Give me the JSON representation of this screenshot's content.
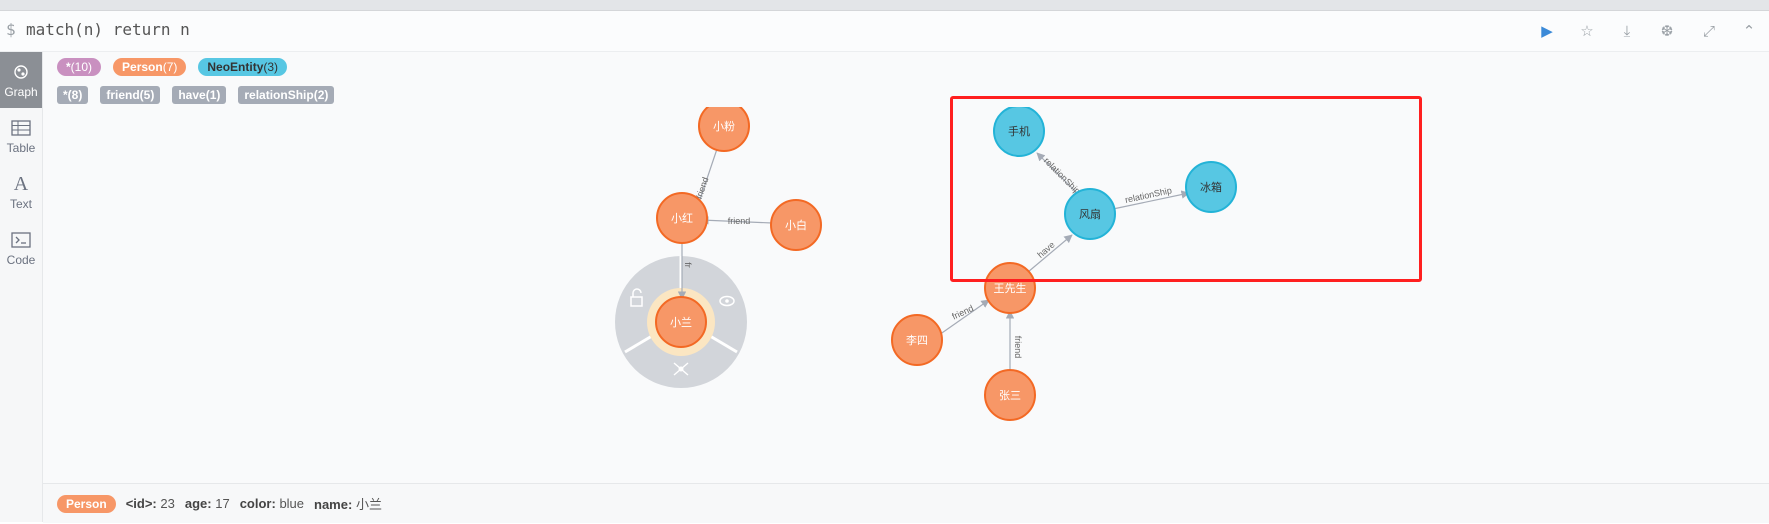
{
  "editor": {
    "prompt": "$",
    "query": "match(n) return n"
  },
  "toolbar": [
    "play-icon",
    "star-icon",
    "download-icon",
    "pin-icon",
    "expand-icon",
    "collapse-icon"
  ],
  "sidebar": {
    "items": [
      {
        "label": "Graph",
        "icon": "graph-icon",
        "active": true
      },
      {
        "label": "Table",
        "icon": "table-icon"
      },
      {
        "label": "Text",
        "icon": "text-icon"
      },
      {
        "label": "Code",
        "icon": "code-icon"
      }
    ]
  },
  "labels": [
    {
      "name": "*",
      "count": "(10)",
      "color": "#c990c0"
    },
    {
      "name": "Person",
      "count": "(7)",
      "color": "#f79767"
    },
    {
      "name": "NeoEntity",
      "count": "(3)",
      "color": "#57c7e3"
    }
  ],
  "relationships": [
    "*(8)",
    "friend(5)",
    "have(1)",
    "relationShip(2)"
  ],
  "graph": {
    "nodes": [
      {
        "name": "小粉",
        "label": "Person"
      },
      {
        "name": "小红",
        "label": "Person"
      },
      {
        "name": "小白",
        "label": "Person"
      },
      {
        "name": "小兰",
        "label": "Person",
        "selected": true
      },
      {
        "name": "王先生",
        "label": "Person"
      },
      {
        "name": "李四",
        "label": "Person"
      },
      {
        "name": "张三",
        "label": "Person"
      },
      {
        "name": "手机",
        "label": "NeoEntity"
      },
      {
        "name": "风扇",
        "label": "NeoEntity"
      },
      {
        "name": "冰箱",
        "label": "NeoEntity"
      }
    ],
    "rels": [
      {
        "from": "小粉",
        "to": "小红",
        "type": "friend"
      },
      {
        "from": "小白",
        "to": "小红",
        "type": "friend"
      },
      {
        "from": "小红",
        "to": "小兰",
        "type": "fr"
      },
      {
        "from": "李四",
        "to": "王先生",
        "type": "friend"
      },
      {
        "from": "张三",
        "to": "王先生",
        "type": "friend"
      },
      {
        "from": "王先生",
        "to": "风扇",
        "type": "have"
      },
      {
        "from": "风扇",
        "to": "手机",
        "type": "relationShip"
      },
      {
        "from": "风扇",
        "to": "冰箱",
        "type": "relationShip"
      }
    ],
    "ring_icons": [
      "unlock-icon",
      "hide-icon",
      "expand-network-icon"
    ]
  },
  "colors": {
    "person": "#f79767",
    "person_stroke": "#f36924",
    "entity": "#57c7e3",
    "entity_stroke": "#23b3d7",
    "highlight": "#ff1f1f"
  },
  "footer": {
    "label": "Person",
    "props": [
      {
        "key": "<id>:",
        "value": "23"
      },
      {
        "key": "age:",
        "value": "17"
      },
      {
        "key": "color:",
        "value": "blue"
      },
      {
        "key": "name:",
        "value": "小兰"
      }
    ]
  }
}
